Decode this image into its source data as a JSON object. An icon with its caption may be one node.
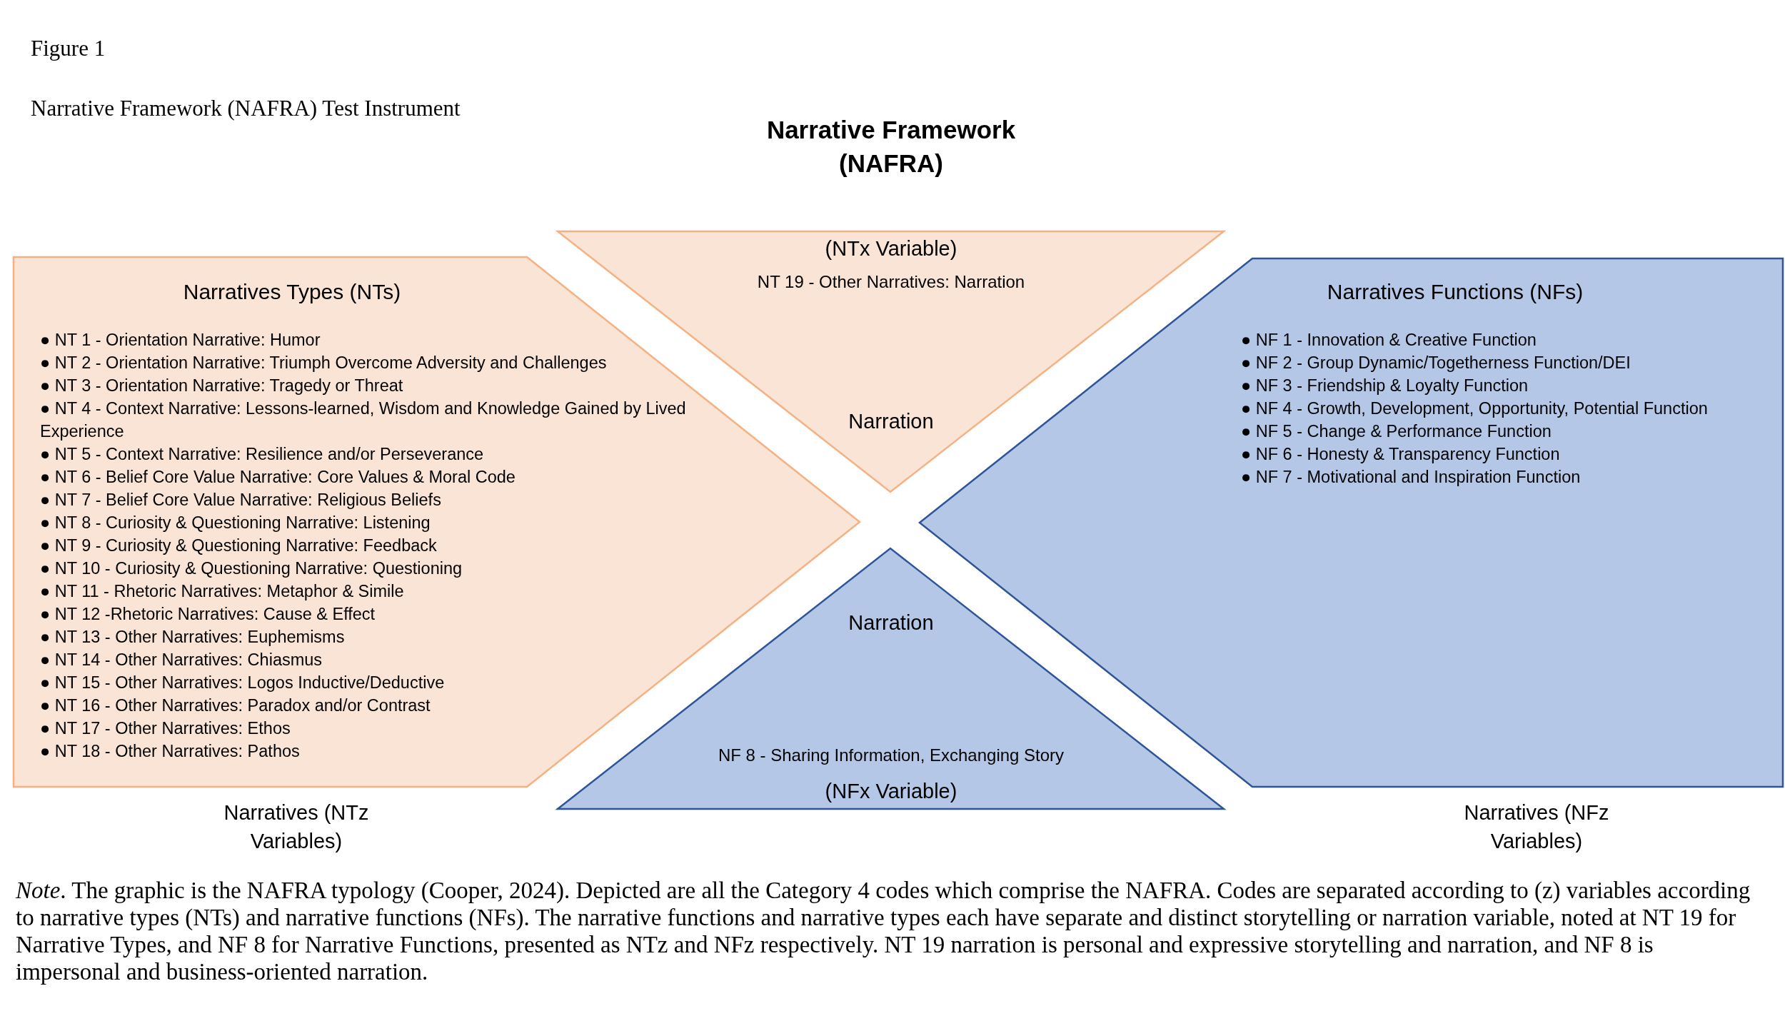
{
  "diagram": {
    "title": "Narrative Framework (NAFRA)",
    "caption": "*Note*. The graphic is the NAFRA typology (Cooper, 2024). Depicted are all the Category 4 codes which comprise the NAFRA. Codes are separated according to (z) variables according to narrative types (NTs) and narrative functions (NFs). The narrative functions and narrative types each have separate and distinct storytelling or narration variable, noted at NT 19 for Narrative Types, and NF 8 for Narrative Functions, presented as NTz and NFz respectively. NT 19 narration is personal and expressive storytelling and narration, and NF 8 is impersonal and business-oriented narration.",
    "nodes": [
      {
        "text": [
          "Narratives Types (NTs)",
          "● NT 1 - Orientation Narrative: Humor",
          "● NT 2 - Orientation Narrative: Triumph Overcome Adversity and Challenges",
          "● NT 3 - Orientation Narrative: Tragedy or Threat",
          "● NT 4 - Context Narrative: Lessons-learned, Wisdom and Knowledge Gained by Lived Experience",
          "● NT 5 - Context Narrative: Resilience and/or Perseverance",
          "● NT 6 - Belief Core Value Narrative: Core Values & Moral Code",
          "● NT 7 - Belief Core Value Narrative: Religious Beliefs",
          "● NT 8 - Curiosity & Questioning Narrative: Listening",
          "● NT 9 - Curiosity & Questioning Narrative: Feedback",
          "● NT 10 - Curiosity & Questioning Narrative: Questioning",
          "● NT 11 - Rhetoric Narratives: Metaphor & Simile",
          "● NT 12 -Rhetoric Narratives: Cause & Effect",
          "● NT 13 - Other Narratives: Euphemisms",
          "● NT 14 - Other Narratives: Chiasmus",
          "● NT 15 - Other Narratives: Logos Inductive/Deductive",
          "● NT 16 - Other Narratives: Paradox and/or Contrast",
          "● NT 17 - Other Narratives: Ethos",
          "● NT 18 - Other Narratives: Pathos"
        ],
        "beside": [
          "Narratives (NTz Variables)"
        ]
      },
      {
        "text": [
          "(NTx Variable)",
          "NT 19 - Other Narratives: Narration",
          "Narration"
        ]
      },
      {
        "text": [
          "Narration",
          "NF 8 - Sharing Information, Exchanging Story",
          "(NFx Variable)"
        ]
      },
      {
        "text": [
          "Narratives Functions (NFs)",
          "● NF 1 - Innovation & Creative Function",
          "● NF 2 - Group Dynamic/Togetherness Function/DEI",
          "● NF 3 - Friendship & Loyalty Function",
          "● NF 4 - Growth, Development, Opportunity, Potential Function",
          "● NF 5 - Change & Performance Function",
          "● NF 6 - Honesty & Transparency Function",
          "● NF 7 - Motivational and Inspiration Function"
        ],
        "beside": [
          "Narratives (NFz Variables)"
        ]
      }
    ],
    "labels": [
      "Figure 1",
      "Narrative Framework (NAFRA) Test Instrument"
    ]
  }
}
